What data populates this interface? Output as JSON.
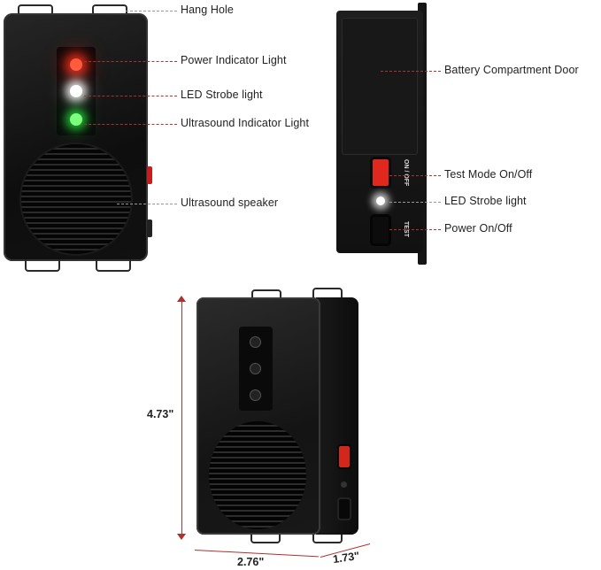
{
  "front_view": {
    "callouts": [
      {
        "id": "hang-hole",
        "label": "Hang Hole"
      },
      {
        "id": "power-indicator-light",
        "label": "Power Indicator Light"
      },
      {
        "id": "led-strobe-light",
        "label": "LED Strobe light"
      },
      {
        "id": "ultrasound-indicator-light",
        "label": "Ultrasound Indicator Light"
      },
      {
        "id": "ultrasound-speaker",
        "label": "Ultrasound speaker"
      }
    ],
    "led_colors": {
      "power": "#ff3b22",
      "strobe": "#ffffff",
      "ultrasound": "#2ecc40"
    }
  },
  "side_view": {
    "callouts": [
      {
        "id": "battery-compartment-door",
        "label": "Battery Compartment Door"
      },
      {
        "id": "test-mode-switch",
        "label": "Test Mode On/Off"
      },
      {
        "id": "led-strobe-light",
        "label": "LED Strobe light"
      },
      {
        "id": "power-switch",
        "label": "Power On/Off"
      }
    ],
    "switch_labels": {
      "top": "ON / OFF",
      "bottom": "TEST"
    },
    "rocker_color": "#e0281e"
  },
  "dimensions": {
    "height": "4.73\"",
    "width": "2.76\"",
    "depth": "1.73\"",
    "line_color": "#b03030"
  }
}
